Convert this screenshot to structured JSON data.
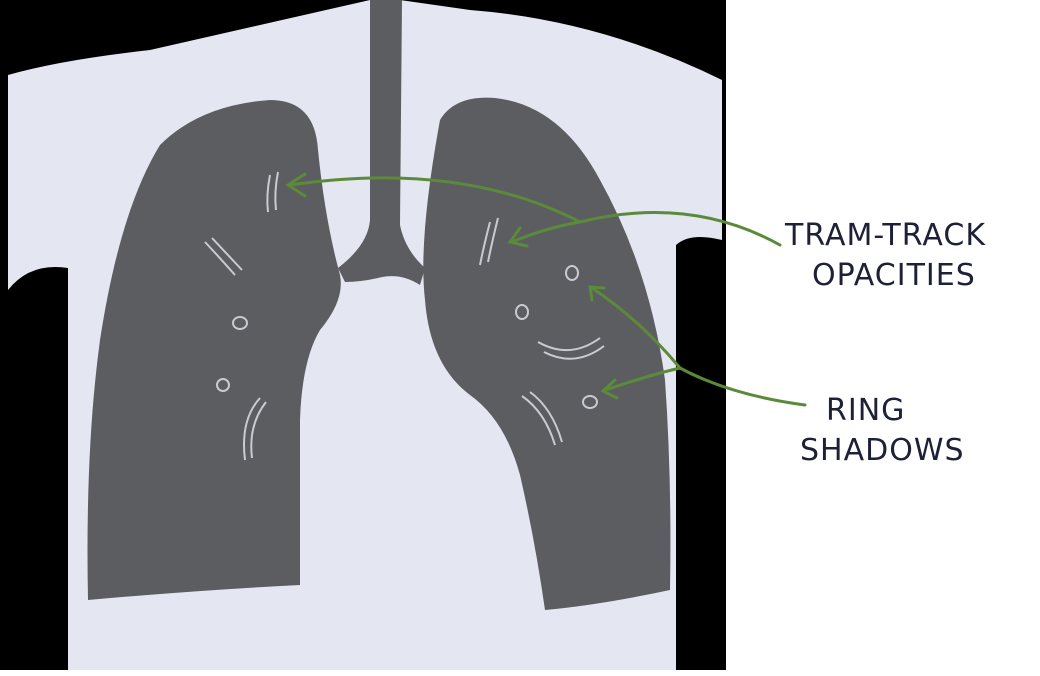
{
  "labels": {
    "tram_track_line1": "TRAM-TRACK",
    "tram_track_line2": "OPACITIES",
    "ring_line1": "RING",
    "ring_line2": "SHADOWS"
  },
  "colors": {
    "background_frame": "#000000",
    "body": "#e4e7f1",
    "lungs": "#5c5d60",
    "markings": "#c9cbd2",
    "arrows": "#5b8a3a",
    "label_text": "#1e2038"
  }
}
